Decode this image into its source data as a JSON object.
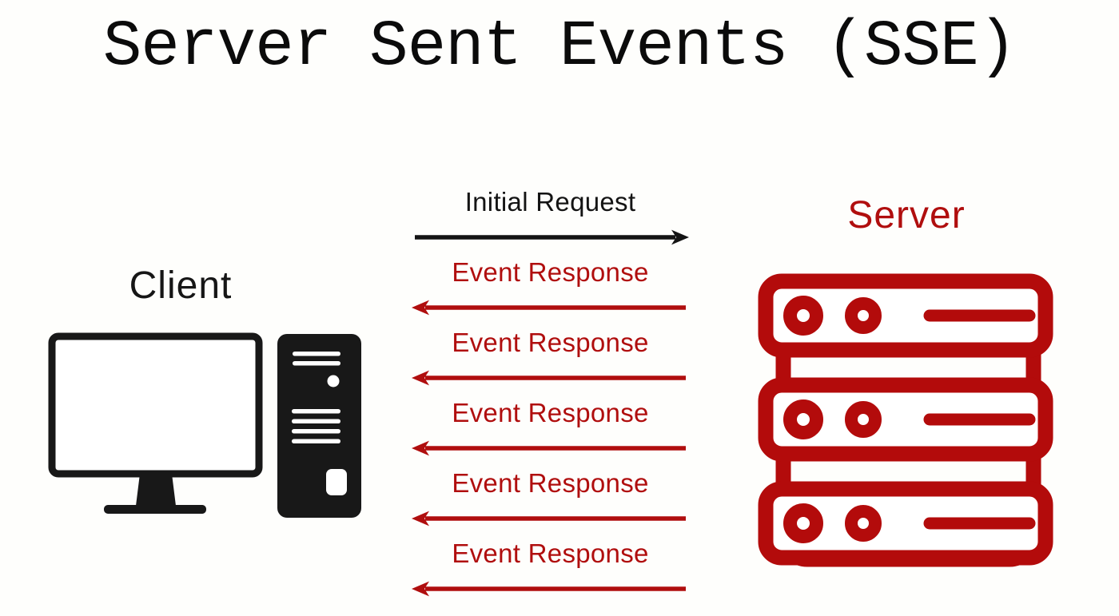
{
  "title": "Server Sent Events (SSE)",
  "client": {
    "label": "Client",
    "icon": "desktop-computer-icon"
  },
  "server": {
    "label": "Server",
    "icon": "server-stack-icon"
  },
  "messages": [
    {
      "label": "Initial Request",
      "direction": "right",
      "color": "black",
      "from": "client",
      "to": "server"
    },
    {
      "label": "Event Response",
      "direction": "left",
      "color": "red",
      "from": "server",
      "to": "client"
    },
    {
      "label": "Event Response",
      "direction": "left",
      "color": "red",
      "from": "server",
      "to": "client"
    },
    {
      "label": "Event Response",
      "direction": "left",
      "color": "red",
      "from": "server",
      "to": "client"
    },
    {
      "label": "Event Response",
      "direction": "left",
      "color": "red",
      "from": "server",
      "to": "client"
    },
    {
      "label": "Event Response",
      "direction": "left",
      "color": "red",
      "from": "server",
      "to": "client"
    }
  ],
  "colors": {
    "background": "#FEFEFC",
    "black": "#141414",
    "red": "#B00E0E",
    "icon_red": "#B30B0B"
  }
}
